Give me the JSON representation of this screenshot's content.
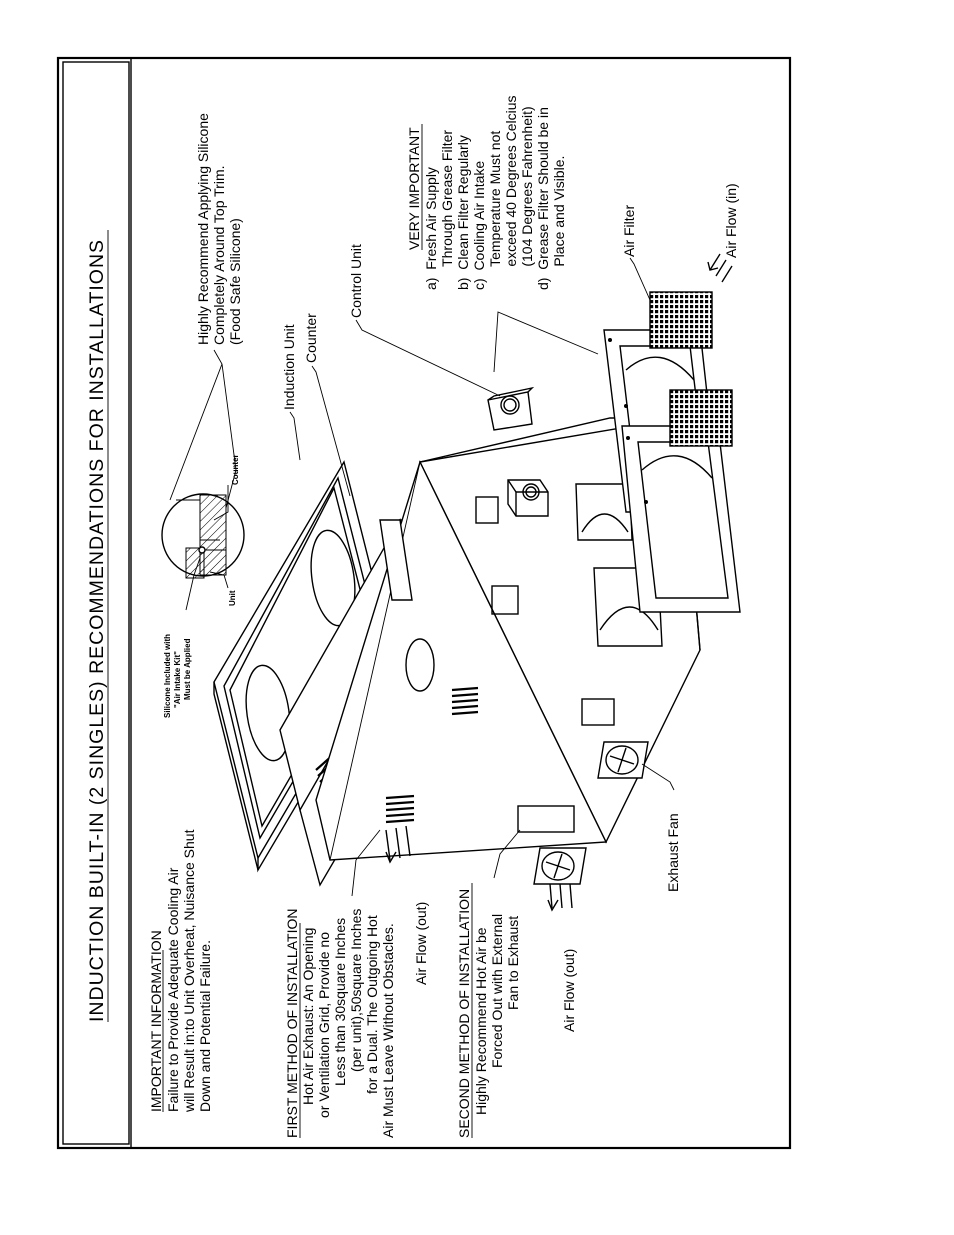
{
  "title": "INDUCTION BUILT-IN (2 SINGLES) RECOMMENDATIONS FOR INSTALLATIONS",
  "important": {
    "heading": "IMPORTANT INFORMATION",
    "lines": [
      "Failure to Provide Adequate Cooling Air",
      "will Result in:to Unit Overheat, Nuisance Shut",
      "Down and Potential Failure."
    ]
  },
  "first_method": {
    "heading": "FIRST METHOD OF INSTALLATION",
    "lines": [
      "Hot Air Exhaust: An Opening",
      "or Ventilation Grid, Provide no",
      "Less than 30square Inches",
      "(per unit),50square Inches",
      "for a Dual. The Outgoing Hot",
      "Air Must Leave Without Obstacles."
    ],
    "airflow": "Air Flow (out)"
  },
  "second_method": {
    "heading": "SECOND METHOD OF INSTALLATION",
    "lines": [
      "Highly Recommend Hot Air be",
      "Forced Out with External",
      "Fan to Exhaust"
    ],
    "airflow": "Air Flow (out)"
  },
  "silicone_note": {
    "lines": [
      "Highly Recommend Applying Silicone",
      "Completely Around Top Trim.",
      "(Food Safe Silicone)"
    ]
  },
  "detail": {
    "kit_lines": [
      "Silicone Included with",
      "\"Air Intake Kit\"",
      "Must be Applied"
    ],
    "unit_label": "Unit",
    "counter_label": "Counter"
  },
  "labels": {
    "induction_unit": "Induction Unit",
    "counter": "Counter",
    "control_unit": "Control Unit",
    "air_filter": "Air Filter",
    "air_flow_in": "Air Flow (in)",
    "exhaust_fan": "Exhaust Fan"
  },
  "very_important": {
    "heading": "VERY IMPORTANT",
    "items": [
      "a)  Fresh Air Supply",
      "      Through Grease Filter",
      "b)  Clean Filter Regularly",
      "c)  Cooling Air Intake",
      "      Temperature Must not",
      "      exceed 40 Degrees Celcius",
      "      (104 Degrees Fahrenheit)",
      "d)  Grease Filter Should be in",
      "      Place and Visible."
    ]
  }
}
